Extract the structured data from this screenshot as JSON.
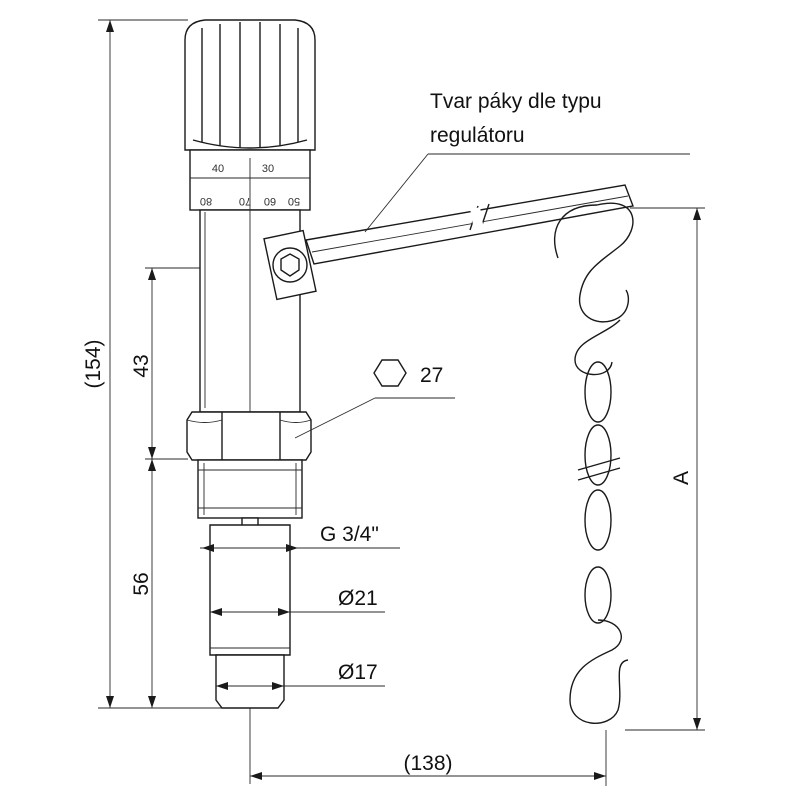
{
  "labels": {
    "lever_note_line1": "Tvar páky dle typu",
    "lever_note_line2": "regulátoru",
    "hex_size": "27",
    "thread": "G 3/4\"",
    "diameter_21": "Ø21",
    "diameter_17": "Ø17",
    "dim_overall_height": "(154)",
    "dim_upper": "43",
    "dim_lower": "56",
    "dim_horizontal": "(138)",
    "dim_chain": "A"
  },
  "scale_marks": {
    "row1": [
      "40",
      "30"
    ],
    "row2": [
      "80",
      "70",
      "60",
      "50"
    ]
  },
  "icons": {
    "hex": "hexagon-icon"
  }
}
